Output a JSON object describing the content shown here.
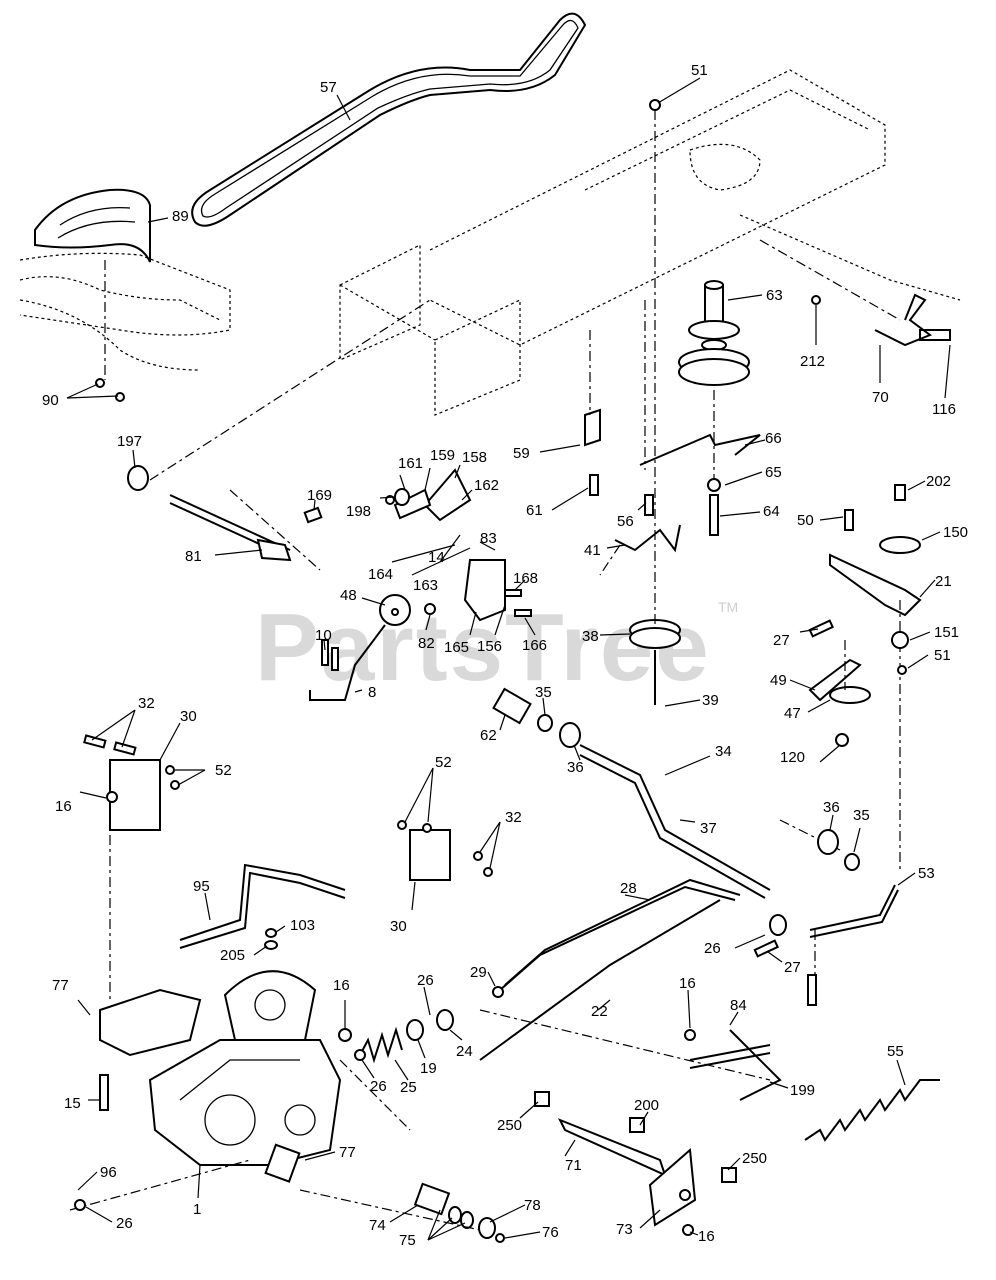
{
  "watermark": {
    "text": "PartsTree",
    "trademark": "TM"
  },
  "callouts": [
    {
      "id": "c57",
      "text": "57"
    },
    {
      "id": "c51a",
      "text": "51"
    },
    {
      "id": "c89",
      "text": "89"
    },
    {
      "id": "c63",
      "text": "63"
    },
    {
      "id": "c212",
      "text": "212"
    },
    {
      "id": "c70",
      "text": "70"
    },
    {
      "id": "c116",
      "text": "116"
    },
    {
      "id": "c90",
      "text": "90"
    },
    {
      "id": "c197",
      "text": "197"
    },
    {
      "id": "c59",
      "text": "59"
    },
    {
      "id": "c66",
      "text": "66"
    },
    {
      "id": "c65",
      "text": "65"
    },
    {
      "id": "c61",
      "text": "61"
    },
    {
      "id": "c56",
      "text": "56"
    },
    {
      "id": "c64",
      "text": "64"
    },
    {
      "id": "c202",
      "text": "202"
    },
    {
      "id": "c50",
      "text": "50"
    },
    {
      "id": "c150",
      "text": "150"
    },
    {
      "id": "c161",
      "text": "161"
    },
    {
      "id": "c159",
      "text": "159"
    },
    {
      "id": "c158",
      "text": "158"
    },
    {
      "id": "c162",
      "text": "162"
    },
    {
      "id": "c169",
      "text": "169"
    },
    {
      "id": "c198",
      "text": "198"
    },
    {
      "id": "c83",
      "text": "83"
    },
    {
      "id": "c14",
      "text": "14"
    },
    {
      "id": "c164",
      "text": "164"
    },
    {
      "id": "c163",
      "text": "163"
    },
    {
      "id": "c168",
      "text": "168"
    },
    {
      "id": "c41",
      "text": "41"
    },
    {
      "id": "c81",
      "text": "81"
    },
    {
      "id": "c21",
      "text": "21"
    },
    {
      "id": "c48",
      "text": "48"
    },
    {
      "id": "c10",
      "text": "10"
    },
    {
      "id": "c82",
      "text": "82"
    },
    {
      "id": "c165",
      "text": "165"
    },
    {
      "id": "c156",
      "text": "156"
    },
    {
      "id": "c166",
      "text": "166"
    },
    {
      "id": "c38",
      "text": "38"
    },
    {
      "id": "c27a",
      "text": "27"
    },
    {
      "id": "c151",
      "text": "151"
    },
    {
      "id": "c51b",
      "text": "51"
    },
    {
      "id": "c8",
      "text": "8"
    },
    {
      "id": "c39",
      "text": "39"
    },
    {
      "id": "c49",
      "text": "49"
    },
    {
      "id": "c47",
      "text": "47"
    },
    {
      "id": "c35a",
      "text": "35"
    },
    {
      "id": "c62",
      "text": "62"
    },
    {
      "id": "c36a",
      "text": "36"
    },
    {
      "id": "c32a",
      "text": "32"
    },
    {
      "id": "c30a",
      "text": "30"
    },
    {
      "id": "c52a",
      "text": "52"
    },
    {
      "id": "c120",
      "text": "120"
    },
    {
      "id": "c34",
      "text": "34"
    },
    {
      "id": "c16a",
      "text": "16"
    },
    {
      "id": "c52b",
      "text": "52"
    },
    {
      "id": "c37",
      "text": "37"
    },
    {
      "id": "c32b",
      "text": "32"
    },
    {
      "id": "c36b",
      "text": "36"
    },
    {
      "id": "c35b",
      "text": "35"
    },
    {
      "id": "c53",
      "text": "53"
    },
    {
      "id": "c95",
      "text": "95"
    },
    {
      "id": "c28",
      "text": "28"
    },
    {
      "id": "c30b",
      "text": "30"
    },
    {
      "id": "c103",
      "text": "103"
    },
    {
      "id": "c205",
      "text": "205"
    },
    {
      "id": "c26a",
      "text": "26"
    },
    {
      "id": "c29",
      "text": "29"
    },
    {
      "id": "c27b",
      "text": "27"
    },
    {
      "id": "c77a",
      "text": "77"
    },
    {
      "id": "c16b",
      "text": "16"
    },
    {
      "id": "c26b",
      "text": "26"
    },
    {
      "id": "c22",
      "text": "22"
    },
    {
      "id": "c16c",
      "text": "16"
    },
    {
      "id": "c84",
      "text": "84"
    },
    {
      "id": "c55",
      "text": "55"
    },
    {
      "id": "c24",
      "text": "24"
    },
    {
      "id": "c19",
      "text": "19"
    },
    {
      "id": "c26c",
      "text": "26"
    },
    {
      "id": "c25",
      "text": "25"
    },
    {
      "id": "c15",
      "text": "15"
    },
    {
      "id": "c199",
      "text": "199"
    },
    {
      "id": "c200",
      "text": "200"
    },
    {
      "id": "c250a",
      "text": "250"
    },
    {
      "id": "c77b",
      "text": "77"
    },
    {
      "id": "c71",
      "text": "71"
    },
    {
      "id": "c96",
      "text": "96"
    },
    {
      "id": "c250b",
      "text": "250"
    },
    {
      "id": "c26d",
      "text": "26"
    },
    {
      "id": "c1",
      "text": "1"
    },
    {
      "id": "c78",
      "text": "78"
    },
    {
      "id": "c76",
      "text": "76"
    },
    {
      "id": "c74",
      "text": "74"
    },
    {
      "id": "c73",
      "text": "73"
    },
    {
      "id": "c16d",
      "text": "16"
    },
    {
      "id": "c75",
      "text": "75"
    }
  ]
}
